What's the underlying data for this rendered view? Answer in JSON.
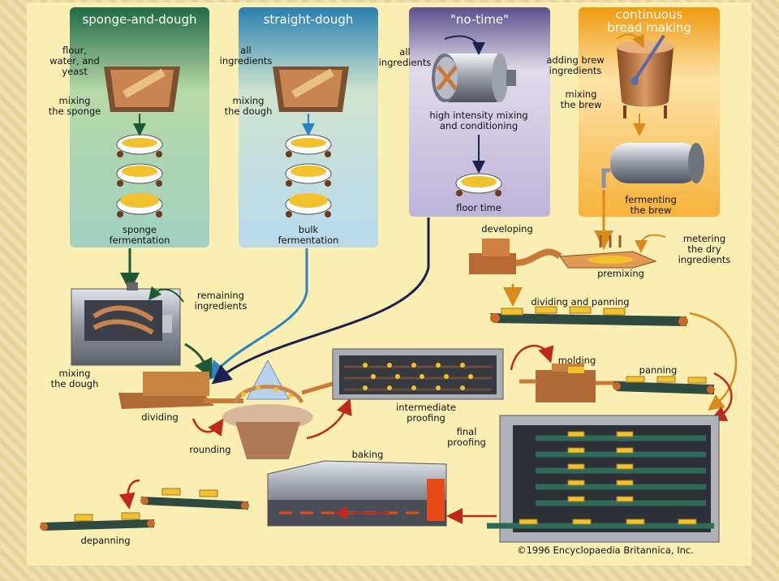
{
  "methods": {
    "sponge_and_dough": "sponge-and-dough",
    "straight_dough": "straight-dough",
    "no_time": "\"no-time\"",
    "continuous": "continuous\nbread making"
  },
  "labels": {
    "flour_water_yeast": "flour,\nwater, and\nyeast",
    "mixing_sponge": "mixing\nthe sponge",
    "sponge_fermentation": "sponge\nfermentation",
    "all_ingredients_1": "all\ningredients",
    "mixing_dough_top": "mixing\nthe dough",
    "bulk_fermentation": "bulk\nfermentation",
    "all_ingredients_2": "all\ningredients",
    "high_intensity": "high intensity mixing\nand conditioning",
    "floor_time": "floor time",
    "adding_brew": "adding brew\ningredients",
    "mixing_brew": "mixing\nthe brew",
    "fermenting_brew": "fermenting\nthe brew",
    "developing": "developing",
    "metering": "metering\nthe dry\ningredients",
    "premixing": "premixing",
    "dividing_panning": "dividing and panning",
    "remaining": "remaining\ningredients",
    "mixing_dough": "mixing\nthe dough",
    "dividing": "dividing",
    "rounding": "rounding",
    "intermediate": "intermediate\nproofing",
    "molding": "molding",
    "panning": "panning",
    "final_proofing": "final\nproofing",
    "baking": "baking",
    "depanning": "depanning"
  },
  "copyright": "©1996 Encyclopaedia Britannica, Inc.",
  "colors": {
    "green_head": "#2e7a4a",
    "blue_head": "#3a8fb8",
    "purple_head": "#6a5f9c",
    "orange_head": "#e8920f",
    "metal": "#8f939c",
    "dough": "#f2c12e",
    "arrow_red": "#c0281e",
    "wood": "#b07040"
  }
}
